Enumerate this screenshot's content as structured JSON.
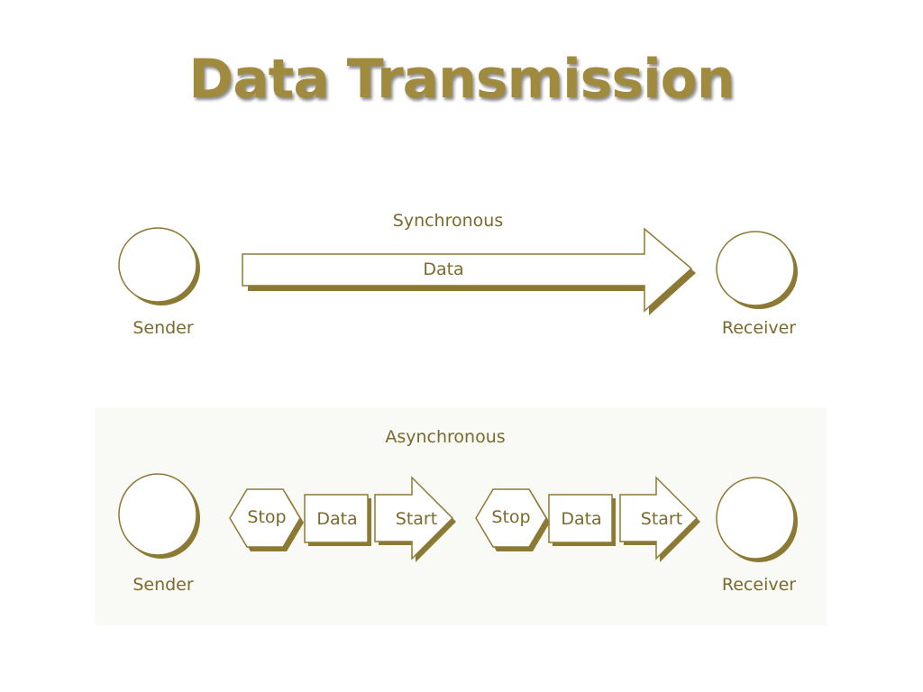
{
  "slide": {
    "title": "Data Transmission"
  },
  "colors": {
    "accent": "#a08a3e",
    "shadow": "#8c7a34",
    "text": "#7a6a2e",
    "panel": "#f9f9f6"
  },
  "synchronous": {
    "label": "Synchronous",
    "sender_label": "Sender",
    "receiver_label": "Receiver",
    "data_label": "Data"
  },
  "asynchronous": {
    "label": "Asynchronous",
    "sender_label": "Sender",
    "receiver_label": "Receiver",
    "groups": [
      {
        "stop_label": "Stop",
        "data_label": "Data",
        "start_label": "Start"
      },
      {
        "stop_label": "Stop",
        "data_label": "Data",
        "start_label": "Start"
      }
    ]
  }
}
